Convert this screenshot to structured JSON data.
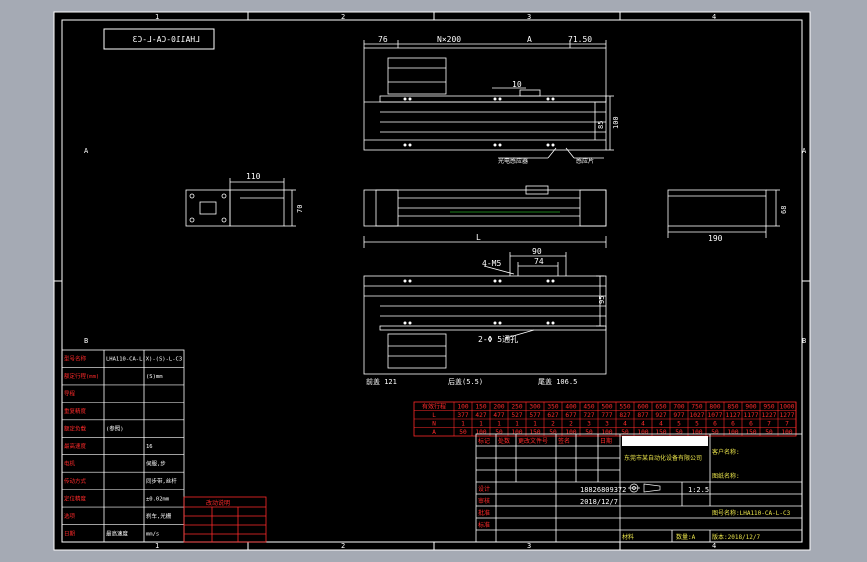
{
  "colors": {
    "background": "#a5aab4",
    "paper": "#000000",
    "line": "#ffffff",
    "red": "#ff2a2a",
    "yellow": "#e8e24a",
    "green": "#3cff3c",
    "cyan": "#4fe0e0"
  },
  "border": {
    "cols": [
      "1",
      "2",
      "3",
      "4"
    ],
    "rows": [
      "A",
      "B"
    ]
  },
  "title_box": {
    "code": "LHA110-CA-L-C3"
  },
  "front_view": {
    "dim_left": "76",
    "dim_n": "N×200",
    "dim_a": "A",
    "dim_right": "71.50",
    "dim_slot": "10",
    "dim_h1": "85",
    "dim_h2": "100",
    "callout_1": "光电感应器",
    "callout_2": "感应片"
  },
  "end_view": {
    "dim_width": "110",
    "dim_height": "70"
  },
  "side_view": {
    "dim_length": "L"
  },
  "right_view": {
    "dim_width": "190",
    "dim_height": "68"
  },
  "top_view": {
    "dim_90": "90",
    "dim_74": "74",
    "dim_95": "95",
    "holes_4": "4-M5",
    "holes_2": "2-Φ 5通孔",
    "left_label": "前盖 121",
    "mid_label": "后盖(5.5)",
    "right_label": "尾盖 106.5"
  },
  "spec_table": {
    "rows": [
      {
        "label": "型号名称",
        "value": "LHA110-CA-L(X)-(S)-L-C3",
        "unit": ""
      },
      {
        "label": "额定行程(mm)",
        "value": "",
        "unit": "(S)mm"
      },
      {
        "label": "导程",
        "value": "",
        "unit": ""
      },
      {
        "label": "重复精度",
        "value": "",
        "unit": ""
      },
      {
        "label": "额定负载",
        "value": "(参照)",
        "unit": ""
      },
      {
        "label": "最高速度",
        "value": "",
        "unit": "16"
      },
      {
        "label": "电机",
        "value": "",
        "unit": "伺服,步"
      },
      {
        "label": "传动方式",
        "value": "",
        "unit": "同步带,丝杆"
      },
      {
        "label": "定位精度",
        "value": "",
        "unit": "±0.02mm"
      },
      {
        "label": "选项",
        "value": "",
        "unit": "刹车,光栅"
      },
      {
        "label": "日期",
        "value": "最高速度",
        "unit": "mm/s"
      }
    ]
  },
  "red_table": {
    "title": "改动说明",
    "stroke_header": "有效行程",
    "strokes": [
      "100",
      "150",
      "200",
      "250",
      "300",
      "350",
      "400",
      "450",
      "500",
      "550",
      "600",
      "650",
      "700",
      "750",
      "800",
      "850",
      "900",
      "950",
      "1000"
    ],
    "row_l_header": "L",
    "L_values": [
      "377",
      "427",
      "477",
      "527",
      "577",
      "627",
      "677",
      "727",
      "777",
      "827",
      "877",
      "927",
      "977",
      "1027",
      "1077",
      "1127",
      "1177",
      "1227",
      "1277"
    ],
    "row_n_header": "N",
    "N_values": [
      "1",
      "1",
      "1",
      "1",
      "1",
      "2",
      "2",
      "3",
      "3",
      "4",
      "4",
      "4",
      "5",
      "5",
      "6",
      "6",
      "6",
      "7",
      "7"
    ],
    "row_a_header": "A",
    "A_values": [
      "50",
      "100",
      "50",
      "100",
      "150",
      "50",
      "100",
      "50",
      "100",
      "50",
      "100",
      "150",
      "50",
      "100",
      "50",
      "100",
      "150",
      "50",
      "100"
    ]
  },
  "title_block": {
    "project_label": "客户名称:",
    "project_name": "东莞市某自动化设备有限公司",
    "drawing_label": "图纸名称:",
    "phone": "18826809372",
    "date": "2018/12/7",
    "scale": "1:2.5",
    "designer_label": "设计",
    "checker_label": "审核",
    "approver_label": "批准",
    "standard_label": "标准",
    "drawing_number": "图号名称:LHA110-CA-L-C3",
    "material_label": "数量:A",
    "unit_label": "材料",
    "version_label": "版本:2018/12/7",
    "hdr_1": "标记",
    "hdr_2": "处数",
    "hdr_3": "更改文件号",
    "hdr_4": "签名",
    "hdr_5": "日期"
  }
}
